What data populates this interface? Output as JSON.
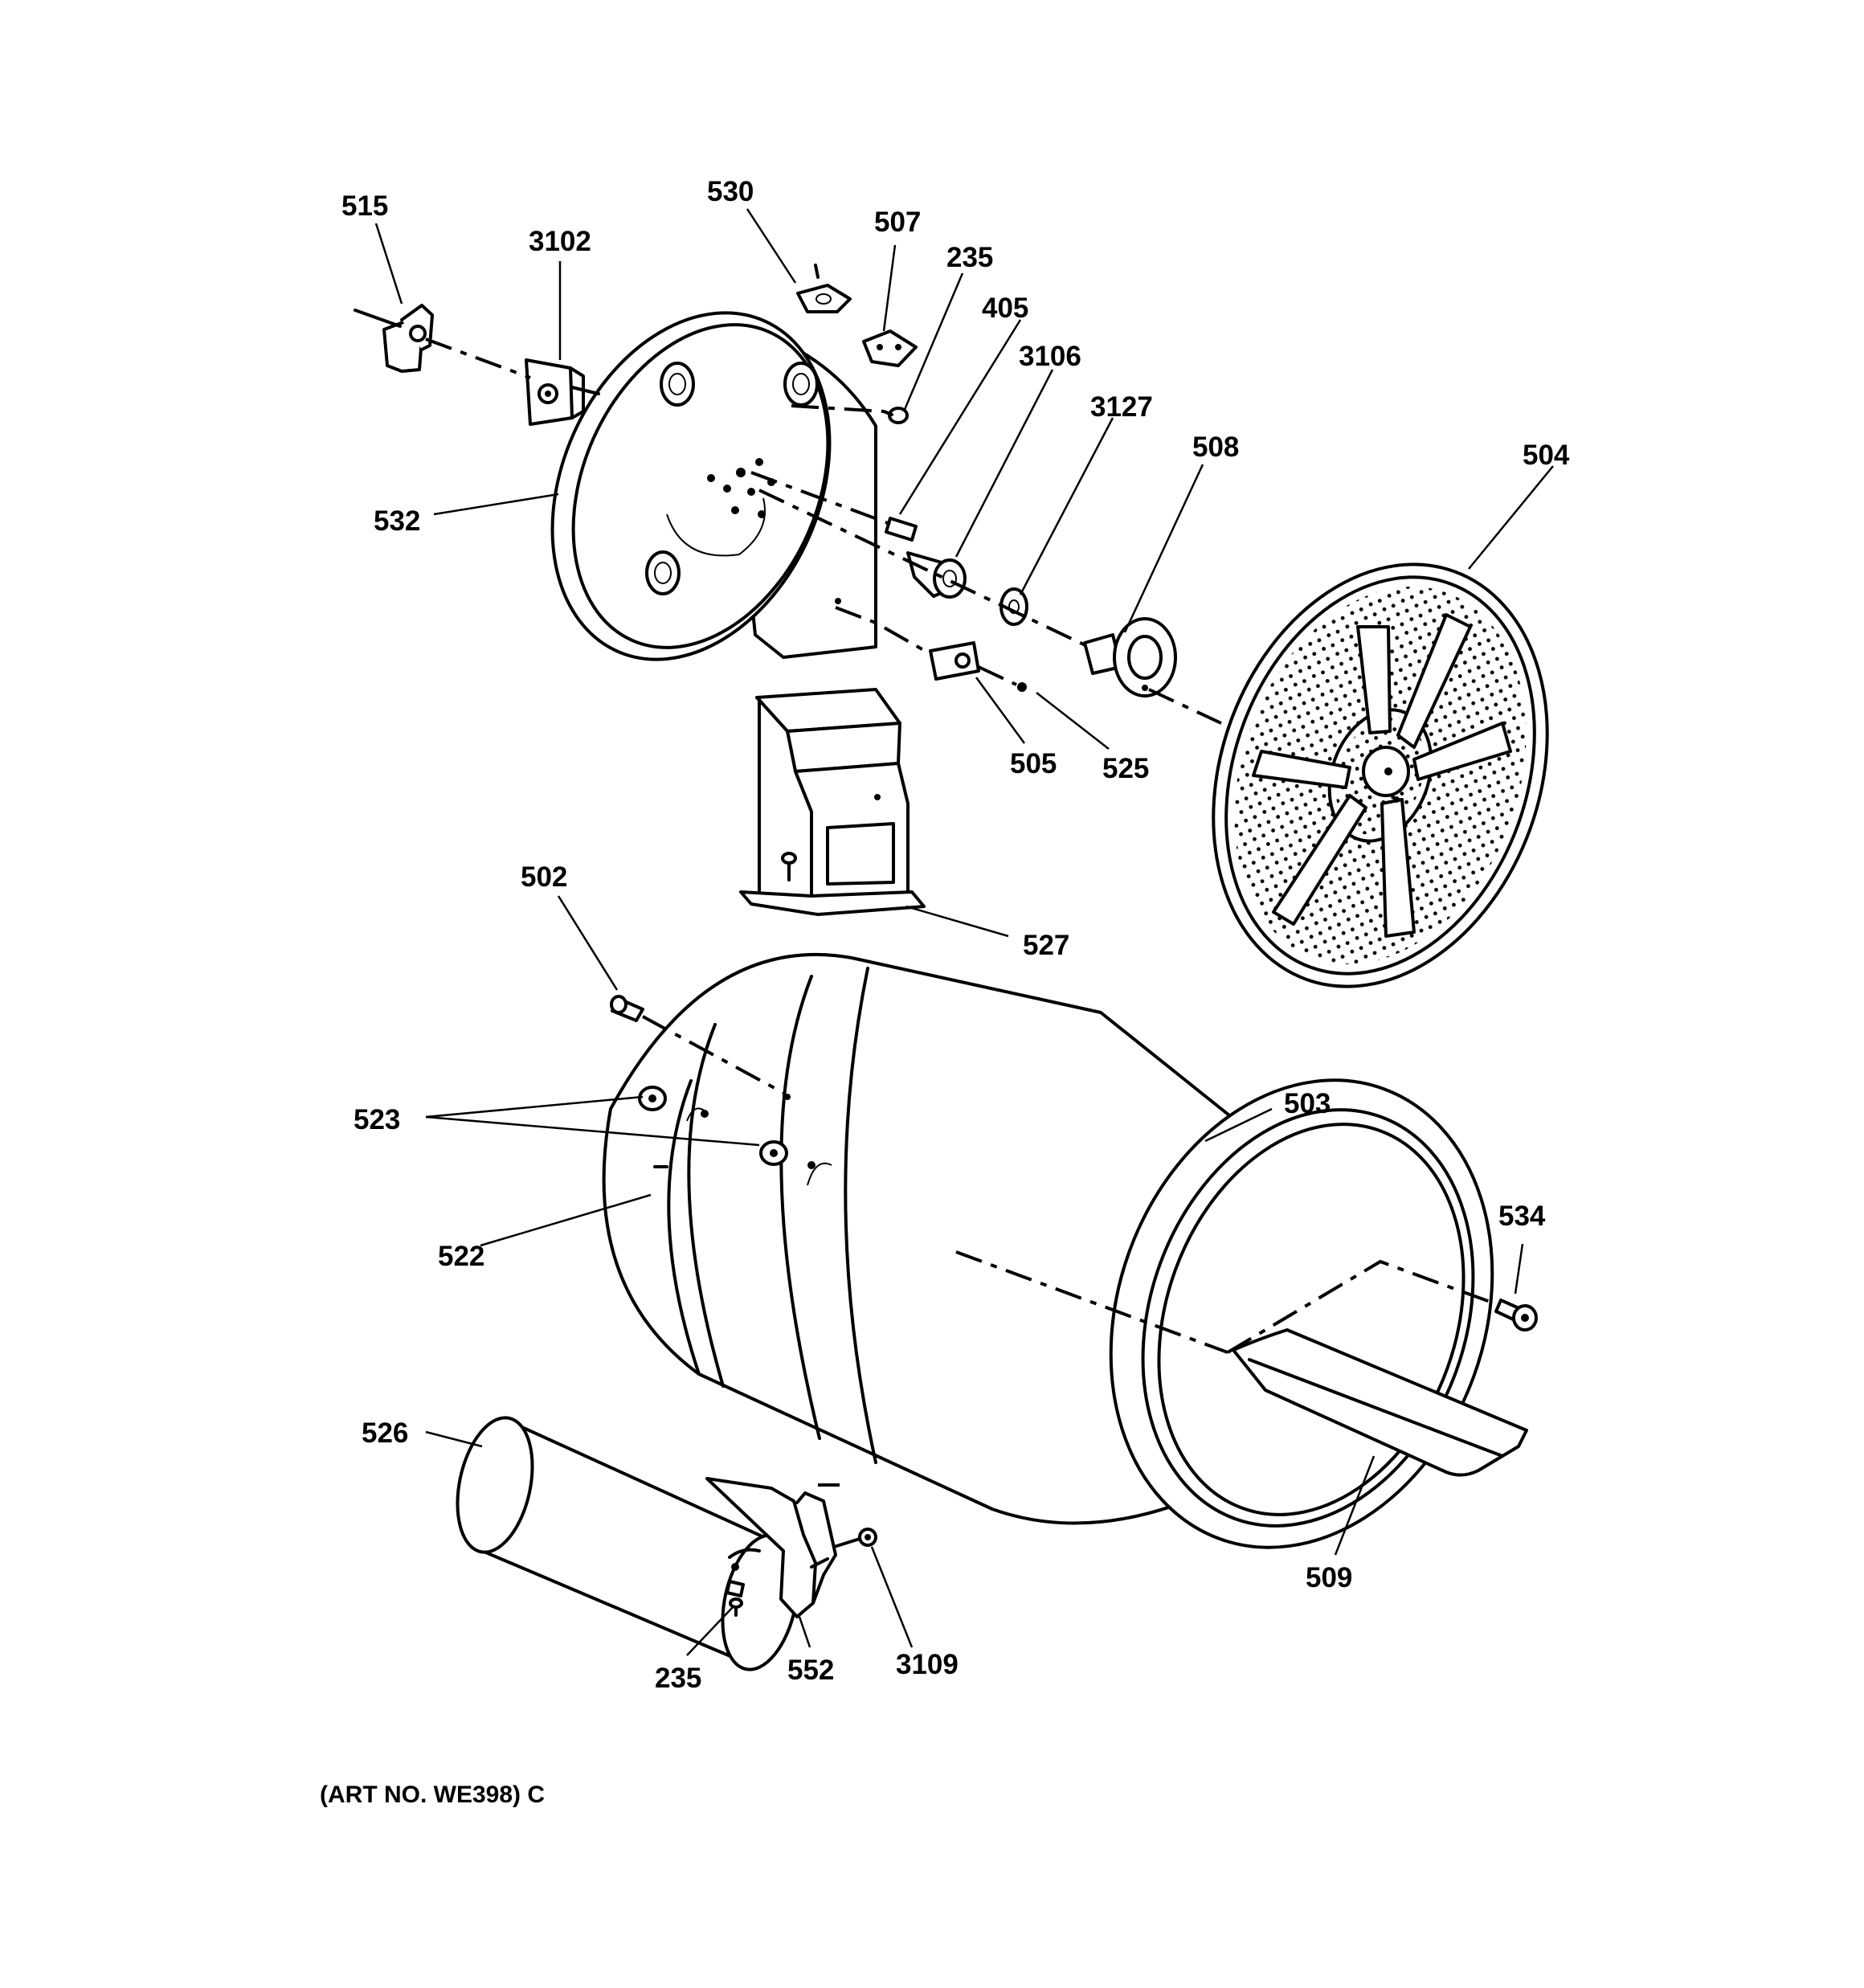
{
  "art_number": "(ART NO. WE398) C",
  "callouts": {
    "c515": "515",
    "c3102": "3102",
    "c530": "530",
    "c507": "507",
    "c235_top": "235",
    "c405": "405",
    "c3106": "3106",
    "c3127": "3127",
    "c508": "508",
    "c504": "504",
    "c532": "532",
    "c505": "505",
    "c525": "525",
    "c527": "527",
    "c502": "502",
    "c523": "523",
    "c503": "503",
    "c534": "534",
    "c522": "522",
    "c526": "526",
    "c509": "509",
    "c235_bottom": "235",
    "c552": "552",
    "c3109": "3109"
  }
}
